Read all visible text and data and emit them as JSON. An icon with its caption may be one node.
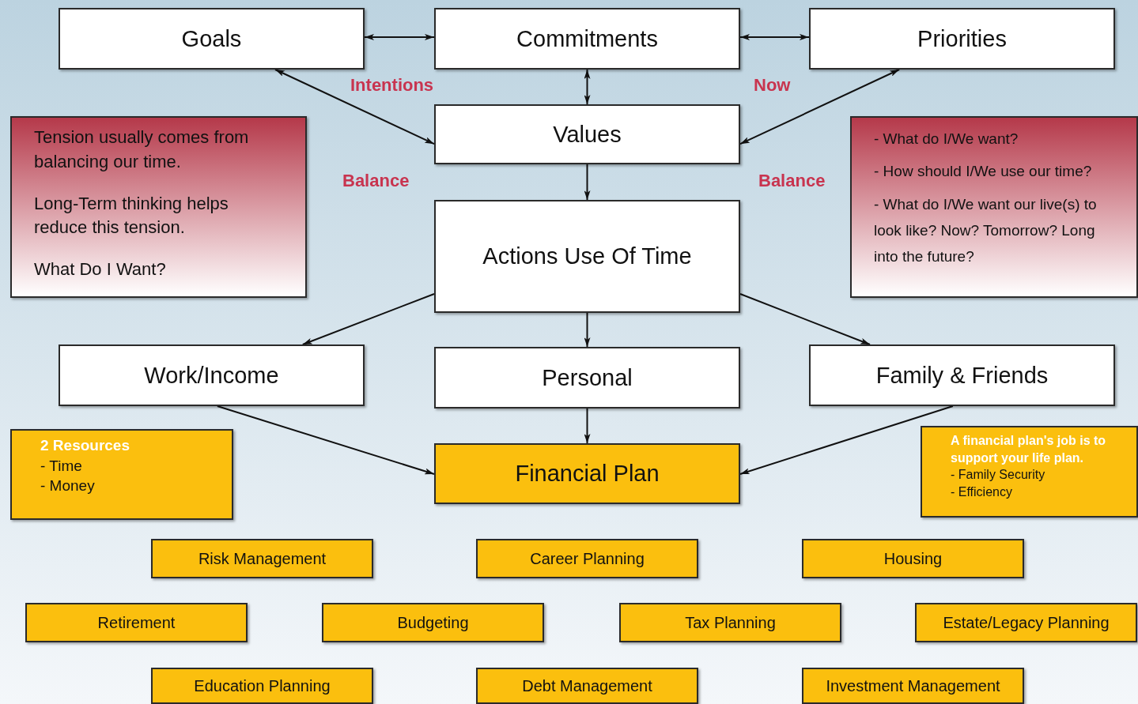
{
  "diagram": {
    "nodes": [
      {
        "text": [
          "Goals"
        ]
      },
      {
        "text": [
          "Commitments"
        ]
      },
      {
        "text": [
          "Priorities"
        ]
      },
      {
        "text": [
          "Values"
        ]
      },
      {
        "text": [
          "Tension usually comes from balancing our time.",
          "Long-Term thinking helps reduce this tension.",
          "What Do I Want?"
        ]
      },
      {
        "text": [
          "- What do I/We want?",
          "- How should I/We use our time?",
          "- What do I/We want our live(s) to look like? Now? Tomorrow? Long into the future?"
        ]
      },
      {
        "text": [
          "Actions Use Of Time"
        ]
      },
      {
        "text": [
          "Work/Income"
        ]
      },
      {
        "text": [
          "Personal"
        ]
      },
      {
        "text": [
          "Family & Friends"
        ]
      },
      {
        "text": [
          "2 Resources",
          "- Time",
          "- Money"
        ]
      },
      {
        "text": [
          "Financial Plan"
        ]
      },
      {
        "text": [
          "A financial plan's job is to support your life plan.",
          "- Family Security",
          "- Efficiency"
        ]
      },
      {
        "text": [
          "Risk Management"
        ]
      },
      {
        "text": [
          "Career Planning"
        ]
      },
      {
        "text": [
          "Housing"
        ]
      },
      {
        "text": [
          "Retirement"
        ]
      },
      {
        "text": [
          "Budgeting"
        ]
      },
      {
        "text": [
          "Tax Planning"
        ]
      },
      {
        "text": [
          "Estate/Legacy Planning"
        ]
      },
      {
        "text": [
          "Education Planning"
        ]
      },
      {
        "text": [
          "Debt Management"
        ]
      },
      {
        "text": [
          "Investment Management"
        ]
      }
    ],
    "edges": [
      {
        "from": 0,
        "to": 1,
        "arrow": "both"
      },
      {
        "from": 1,
        "to": 2,
        "arrow": "both"
      },
      {
        "from": 1,
        "to": 3,
        "arrow": "both"
      },
      {
        "from": 0,
        "to": 3,
        "arrow": "both"
      },
      {
        "from": 2,
        "to": 3,
        "arrow": "both"
      },
      {
        "from": 3,
        "to": 6,
        "arrow": "to"
      },
      {
        "from": 6,
        "to": 7,
        "arrow": "to"
      },
      {
        "from": 6,
        "to": 8,
        "arrow": "to"
      },
      {
        "from": 6,
        "to": 9,
        "arrow": "to"
      },
      {
        "from": 7,
        "to": 11,
        "arrow": "to"
      },
      {
        "from": 8,
        "to": 11,
        "arrow": "to"
      },
      {
        "from": 9,
        "to": 11,
        "arrow": "to"
      }
    ],
    "labels": [
      "Intentions",
      "Now",
      "Balance",
      "Balance"
    ]
  }
}
